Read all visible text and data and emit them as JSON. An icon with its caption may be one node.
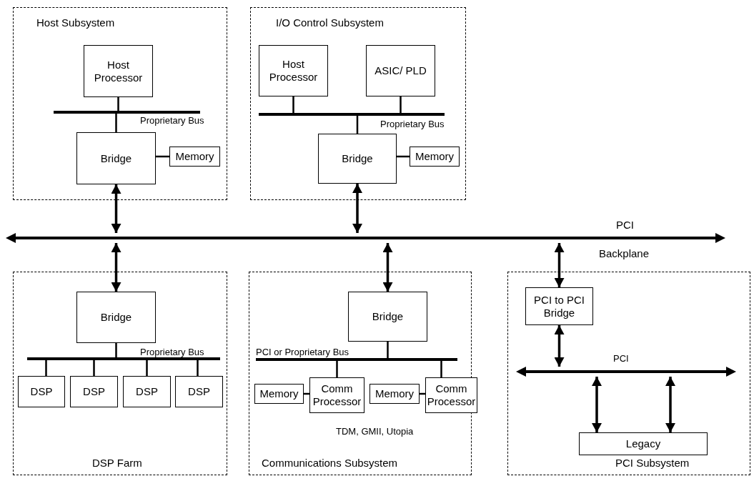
{
  "diagram": {
    "nodes": [
      {
        "text": [
          "Host Subsystem"
        ]
      },
      {
        "text": [
          "Host Processor"
        ],
        "in": 0
      },
      {
        "text": [],
        "shape": "bar",
        "in": 0,
        "beside": [
          "Proprietary Bus"
        ]
      },
      {
        "text": [
          "Bridge"
        ],
        "in": 0
      },
      {
        "text": [
          "Memory"
        ],
        "in": 0
      },
      {
        "text": [
          "I/O Control Subsystem"
        ]
      },
      {
        "text": [
          "Host Processor"
        ],
        "in": 5
      },
      {
        "text": [
          "ASIC/ PLD"
        ],
        "in": 5
      },
      {
        "text": [],
        "shape": "bar",
        "in": 5,
        "beside": [
          "Proprietary Bus"
        ]
      },
      {
        "text": [
          "Bridge"
        ],
        "in": 5
      },
      {
        "text": [
          "Memory"
        ],
        "in": 5
      },
      {
        "text": [],
        "shape": "bar",
        "beside": [
          "PCI",
          "Backplane"
        ]
      },
      {
        "text": [
          "DSP Farm"
        ]
      },
      {
        "text": [
          "Bridge"
        ],
        "in": 12
      },
      {
        "text": [],
        "shape": "bar",
        "in": 12,
        "beside": [
          "Proprietary Bus"
        ]
      },
      {
        "text": [
          "DSP"
        ],
        "in": 12
      },
      {
        "text": [
          "DSP"
        ],
        "in": 12
      },
      {
        "text": [
          "DSP"
        ],
        "in": 12
      },
      {
        "text": [
          "DSP"
        ],
        "in": 12
      },
      {
        "text": [
          "Communications Subsystem"
        ]
      },
      {
        "text": [
          "Bridge"
        ],
        "in": 19
      },
      {
        "text": [],
        "shape": "bar",
        "in": 19,
        "beside": [
          "PCI or Proprietary Bus"
        ]
      },
      {
        "text": [
          "Memory"
        ],
        "in": 19
      },
      {
        "text": [
          "Comm Processor"
        ],
        "in": 19
      },
      {
        "text": [
          "Memory"
        ],
        "in": 19
      },
      {
        "text": [
          "Comm Processor"
        ],
        "in": 19
      },
      {
        "text": [
          "PCI Subsystem"
        ]
      },
      {
        "text": [
          "PCI to PCI Bridge"
        ],
        "in": 26
      },
      {
        "text": [],
        "shape": "bar",
        "in": 26,
        "beside": [
          "PCI"
        ]
      },
      {
        "text": [
          "Legacy"
        ],
        "in": 26
      }
    ],
    "edges": [
      {
        "from": 1,
        "to": 2,
        "arrow": "none"
      },
      {
        "from": 2,
        "to": 3,
        "arrow": "none"
      },
      {
        "from": 3,
        "to": 4,
        "arrow": "none"
      },
      {
        "from": 6,
        "to": 8,
        "arrow": "none"
      },
      {
        "from": 7,
        "to": 8,
        "arrow": "none"
      },
      {
        "from": 8,
        "to": 9,
        "arrow": "none"
      },
      {
        "from": 9,
        "to": 10,
        "arrow": "none"
      },
      {
        "from": 3,
        "to": 11,
        "arrow": "both"
      },
      {
        "from": 9,
        "to": 11,
        "arrow": "both"
      },
      {
        "from": 11,
        "to": 13,
        "arrow": "both"
      },
      {
        "from": 11,
        "to": 20,
        "arrow": "both"
      },
      {
        "from": 11,
        "to": 27,
        "arrow": "both"
      },
      {
        "from": 13,
        "to": 14,
        "arrow": "none"
      },
      {
        "from": 14,
        "to": 15,
        "arrow": "none"
      },
      {
        "from": 14,
        "to": 16,
        "arrow": "none"
      },
      {
        "from": 14,
        "to": 17,
        "arrow": "none"
      },
      {
        "from": 14,
        "to": 18,
        "arrow": "none"
      },
      {
        "from": 20,
        "to": 21,
        "arrow": "none"
      },
      {
        "from": 21,
        "to": 23,
        "arrow": "none"
      },
      {
        "from": 21,
        "to": 25,
        "arrow": "none"
      },
      {
        "from": 22,
        "to": 23,
        "arrow": "none"
      },
      {
        "from": 24,
        "to": 25,
        "arrow": "none"
      },
      {
        "from": 27,
        "to": 28,
        "arrow": "both"
      },
      {
        "from": 28,
        "to": 29,
        "arrow": "both"
      },
      {
        "from": 28,
        "to": 29,
        "arrow": "both"
      }
    ],
    "labels": [
      "TDM, GMII, Utopia"
    ]
  }
}
